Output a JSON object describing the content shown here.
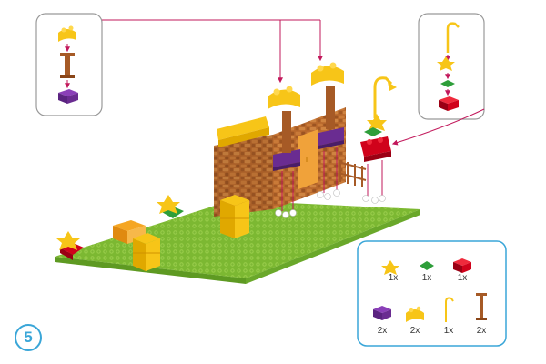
{
  "step": {
    "number": "5"
  },
  "parts_list": {
    "items": [
      {
        "icon": "yellow-flower-icon",
        "qty": "1x"
      },
      {
        "icon": "green-leaf-icon",
        "qty": "1x"
      },
      {
        "icon": "red-brick-icon",
        "qty": "1x"
      },
      {
        "icon": "purple-brick-icon",
        "qty": "2x"
      },
      {
        "icon": "yellow-arch-brick-icon",
        "qty": "2x"
      },
      {
        "icon": "lamp-post-icon",
        "qty": "1x"
      },
      {
        "icon": "brown-pillar-icon",
        "qty": "2x"
      }
    ]
  },
  "callouts": {
    "left": {
      "parts": [
        "yellow-arch-brick",
        "brown-pillar",
        "purple-brick"
      ]
    },
    "right": {
      "parts": [
        "lamp-post",
        "yellow-flower",
        "green-leaf",
        "red-brick"
      ]
    }
  },
  "colors": {
    "accent": "#3aa6d8",
    "arrow": "#c2185b",
    "baseplate": "#8cc63f",
    "brick_yellow": "#f7c518",
    "brick_orange": "#f5a623",
    "brick_brown": "#a65a26",
    "brick_red": "#d0021b",
    "brick_purple": "#6a2c91",
    "leaf_green": "#2e9e3a"
  }
}
